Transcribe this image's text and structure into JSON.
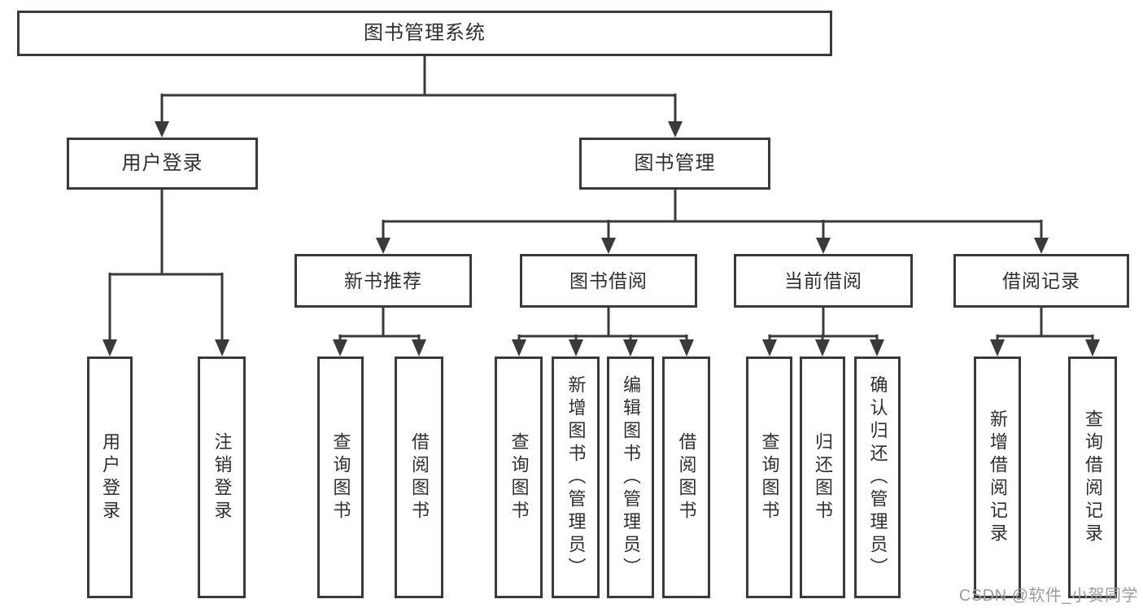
{
  "diagram": {
    "root": {
      "label": "图书管理系统"
    },
    "branches": [
      {
        "label": "用户登录",
        "children": [
          {
            "label": "用户登录"
          },
          {
            "label": "注销登录"
          }
        ]
      },
      {
        "label": "图书管理",
        "children": [
          {
            "label": "新书推荐",
            "children": [
              {
                "label": "查询图书"
              },
              {
                "label": "借阅图书"
              }
            ]
          },
          {
            "label": "图书借阅",
            "children": [
              {
                "label": "查询图书"
              },
              {
                "label": "新增图书（管理员）"
              },
              {
                "label": "编辑图书（管理员）"
              },
              {
                "label": "借阅图书"
              }
            ]
          },
          {
            "label": "当前借阅",
            "children": [
              {
                "label": "查询图书"
              },
              {
                "label": "归还图书"
              },
              {
                "label": "确认归还（管理员）"
              }
            ]
          },
          {
            "label": "借阅记录",
            "children": [
              {
                "label": "新增借阅记录"
              },
              {
                "label": "查询借阅记录"
              }
            ]
          }
        ]
      }
    ]
  },
  "watermark": {
    "text": "CSDN @软件_小贺同学"
  },
  "colors": {
    "line": "#3a3a3a",
    "text": "#2f2f2f",
    "watermark": "#9c9c9c",
    "background": "#ffffff"
  }
}
